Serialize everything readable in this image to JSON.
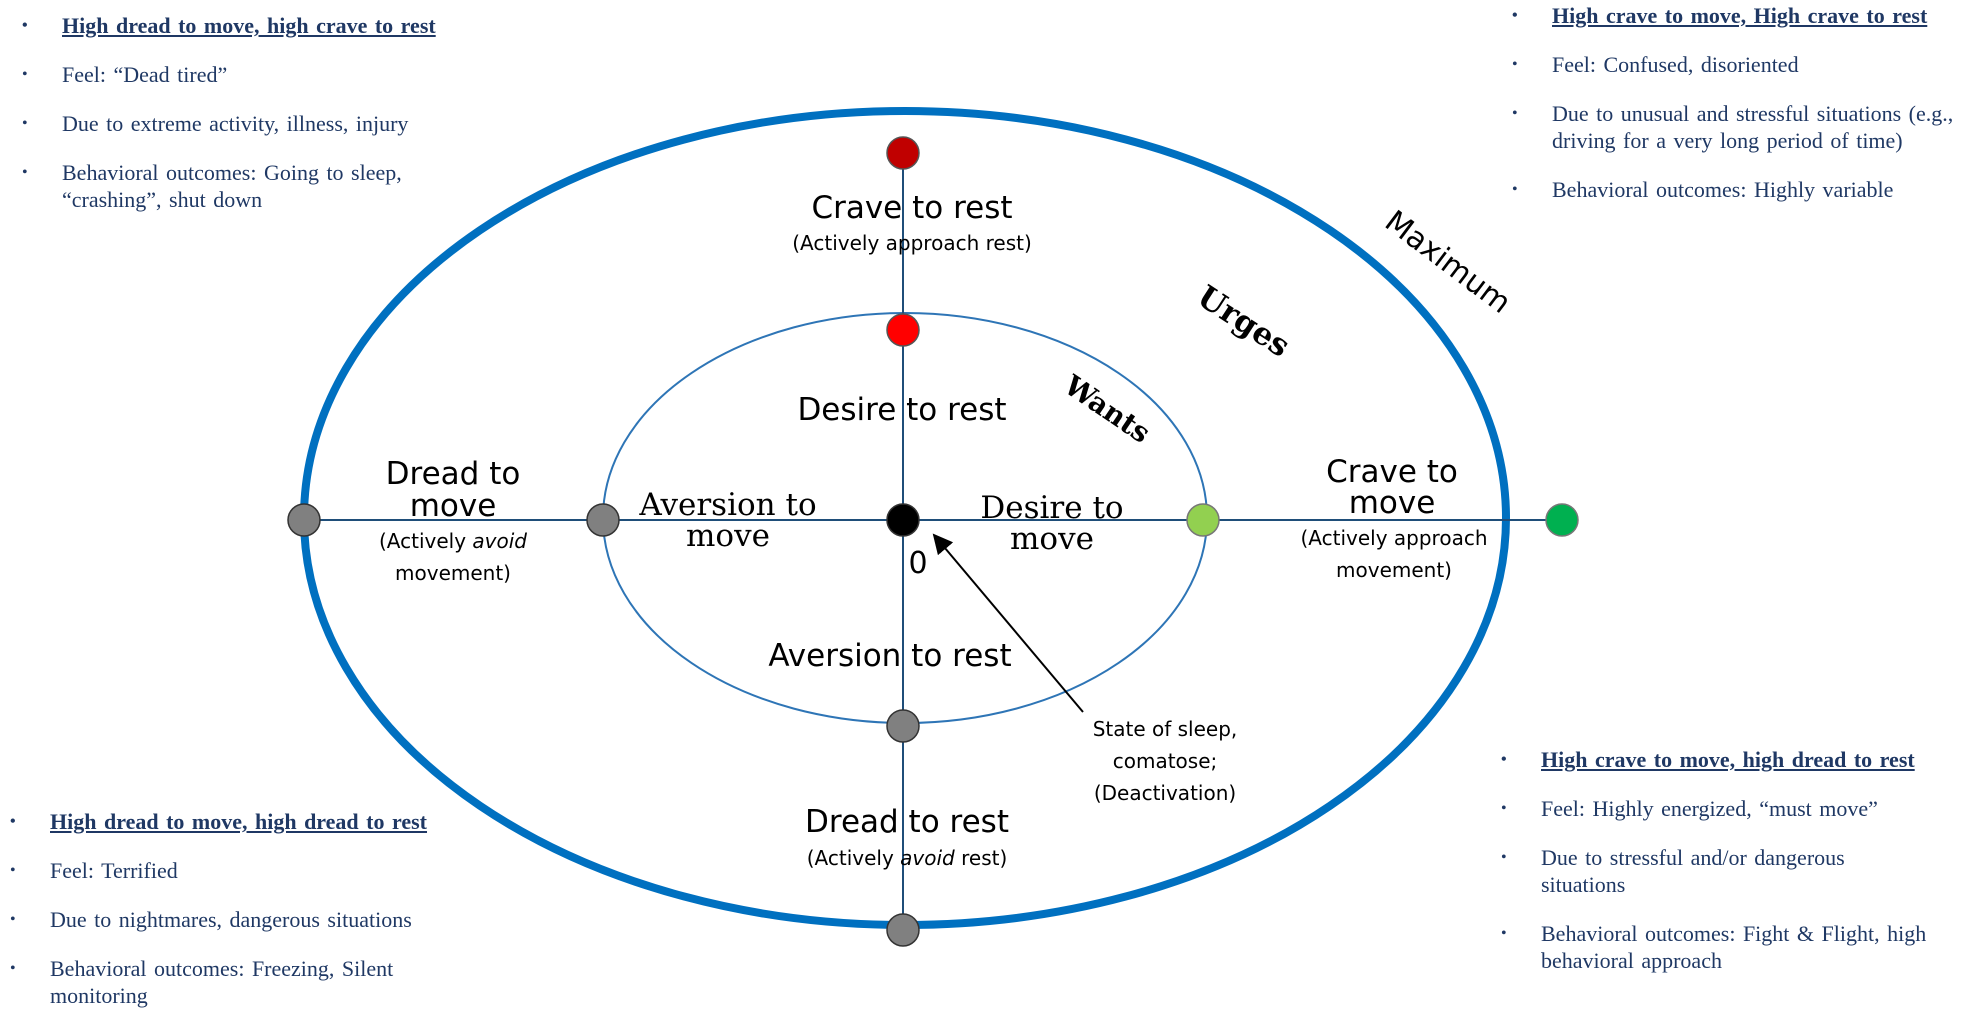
{
  "colors": {
    "outer_ellipse": "#0070c0",
    "inner_ellipse": "#2e75b6",
    "axis": "#1f4e79",
    "panel_text": "#1f3864",
    "dot_crave_rest": "#c00000",
    "dot_desire_rest": "#ff0000",
    "dot_crave_move": "#00b050",
    "dot_desire_move": "#92d050",
    "dot_origin": "#000000",
    "dot_neutral": "#808080"
  },
  "panels": {
    "top_left": {
      "heading": "High dread to move, high crave to rest",
      "items": [
        "Feel: “Dead tired”",
        "Due to extreme activity, illness, injury",
        "Behavioral outcomes: Going to sleep, “crashing”, shut down"
      ]
    },
    "top_right": {
      "heading": "High crave to move, High crave to rest",
      "items": [
        "Feel: Confused, disoriented",
        "Due to unusual and stressful situations (e.g., driving for a very long period of time)",
        "Behavioral outcomes: Highly variable"
      ]
    },
    "bottom_right": {
      "heading": "High crave to move, high dread to rest",
      "items": [
        "Feel: Highly energized, “must move”",
        "Due to stressful and/or dangerous situations",
        "Behavioral outcomes: Fight & Flight, high behavioral approach"
      ]
    },
    "bottom_left": {
      "heading": "High dread to move, high dread to rest",
      "items": [
        "Feel: Terrified",
        "Due to nightmares, dangerous situations",
        "Behavioral outcomes: Freezing, Silent monitoring"
      ]
    }
  },
  "diagram": {
    "ring_labels": {
      "maximum": "Maximum",
      "urges": "Urges",
      "wants": "Wants"
    },
    "crave_to_rest": {
      "title": "Crave to rest",
      "sub": "(Actively approach rest)"
    },
    "desire_to_rest": "Desire to rest",
    "aversion_to_rest": "Aversion to rest",
    "dread_to_rest": {
      "title": "Dread to rest",
      "sub_pre": "(Actively ",
      "sub_em": "avoid",
      "sub_post": " rest)"
    },
    "dread_to_move": {
      "line1": "Dread to",
      "line2": "move",
      "sub1_pre": "(Actively ",
      "sub1_em": "avoid",
      "sub2": "movement)"
    },
    "aversion_to_move": {
      "line1": "Aversion to",
      "line2": "move"
    },
    "desire_to_move": {
      "line1": "Desire to",
      "line2": "move"
    },
    "crave_to_move": {
      "line1": "Crave to",
      "line2": "move",
      "sub1": "(Actively approach",
      "sub2": "movement)"
    },
    "origin": "0",
    "sleep_note": {
      "line1": "State of sleep,",
      "line2": "comatose;",
      "line3": "(Deactivation)"
    }
  }
}
